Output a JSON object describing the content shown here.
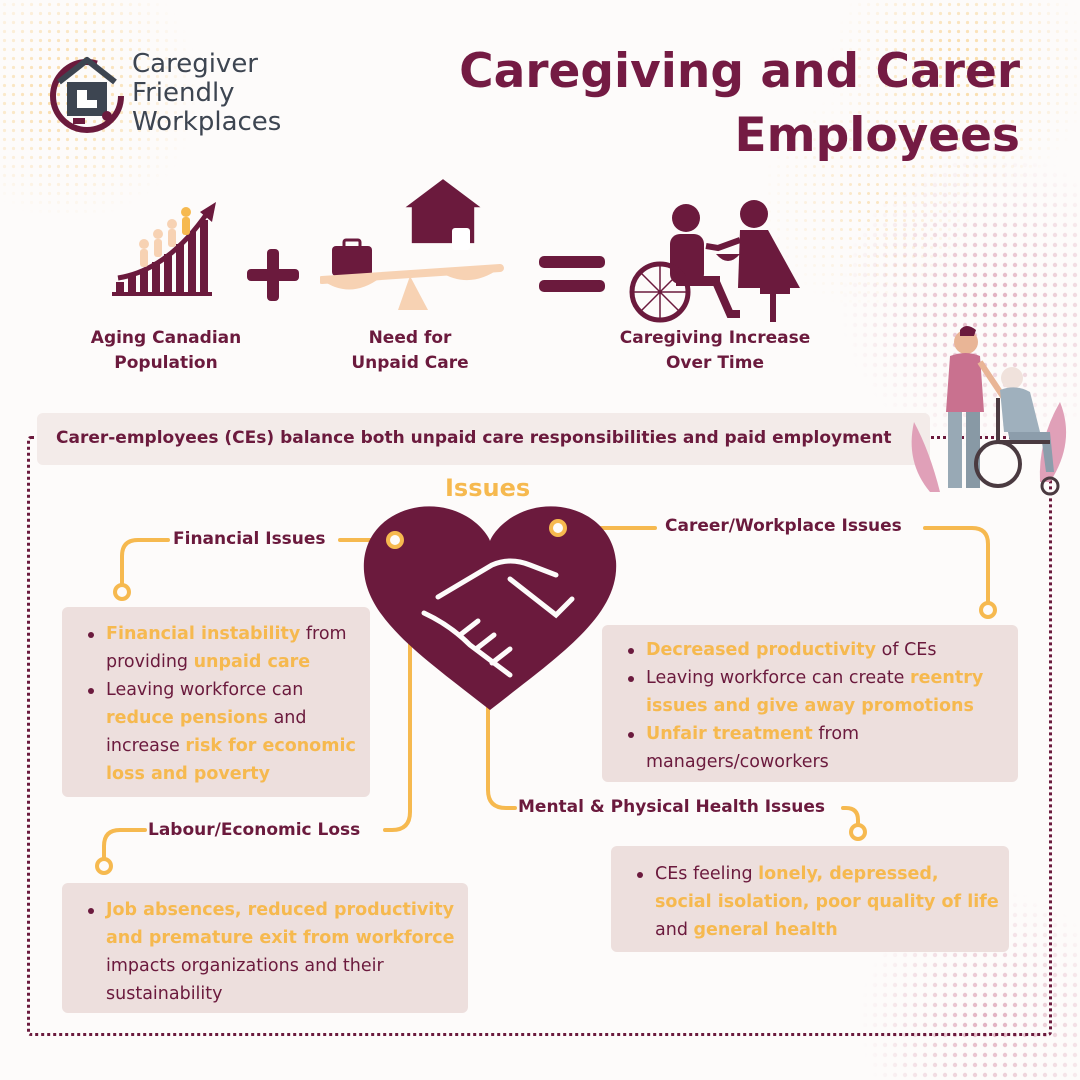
{
  "logo": {
    "line1": "Caregiver",
    "line2": "Friendly",
    "line3": "Workplaces"
  },
  "title": {
    "line1": "Caregiving and Carer",
    "line2": "Employees"
  },
  "equation": {
    "aging": {
      "line1": "Aging Canadian",
      "line2": "Population"
    },
    "plus": "+",
    "need": {
      "line1": "Need for",
      "line2": "Unpaid Care"
    },
    "equals": "=",
    "result": {
      "line1": "Caregiving Increase",
      "line2": "Over Time"
    }
  },
  "banner": "Carer-employees (CEs) balance both unpaid care responsibilities and paid employment",
  "issues_title": "Issues",
  "financial": {
    "label": "Financial Issues",
    "b1": {
      "hl1": "Financial instability",
      "t1": " from providing ",
      "hl2": "unpaid care"
    },
    "b2": {
      "t1": "Leaving workforce can ",
      "hl1": "reduce pensions",
      "t2": " and increase ",
      "hl2": "risk for economic loss and poverty"
    }
  },
  "career": {
    "label": "Career/Workplace Issues",
    "b1": {
      "hl1": "Decreased productivity",
      "t1": " of CEs"
    },
    "b2": {
      "t1": "Leaving workforce can create ",
      "hl1": "reentry issues and give away promotions"
    },
    "b3": {
      "hl1": "Unfair treatment",
      "t1": " from managers/coworkers"
    }
  },
  "labour": {
    "label": "Labour/Economic Loss",
    "b1": {
      "hl1": "Job absences, reduced productivity and premature exit from workforce",
      "t1": " impacts organizations and their sustainability"
    }
  },
  "health": {
    "label": "Mental & Physical Health Issues",
    "b1": {
      "t1": "CEs feeling ",
      "hl1": "lonely, depressed, social isolation, poor quality of life",
      "t2": " and ",
      "hl2": "general health"
    }
  },
  "colors": {
    "maroon": "#6b1a3d",
    "gold": "#f6b94f",
    "box": "#eddfdd",
    "pink": "#c9718f",
    "peach": "#f7d2b3"
  }
}
